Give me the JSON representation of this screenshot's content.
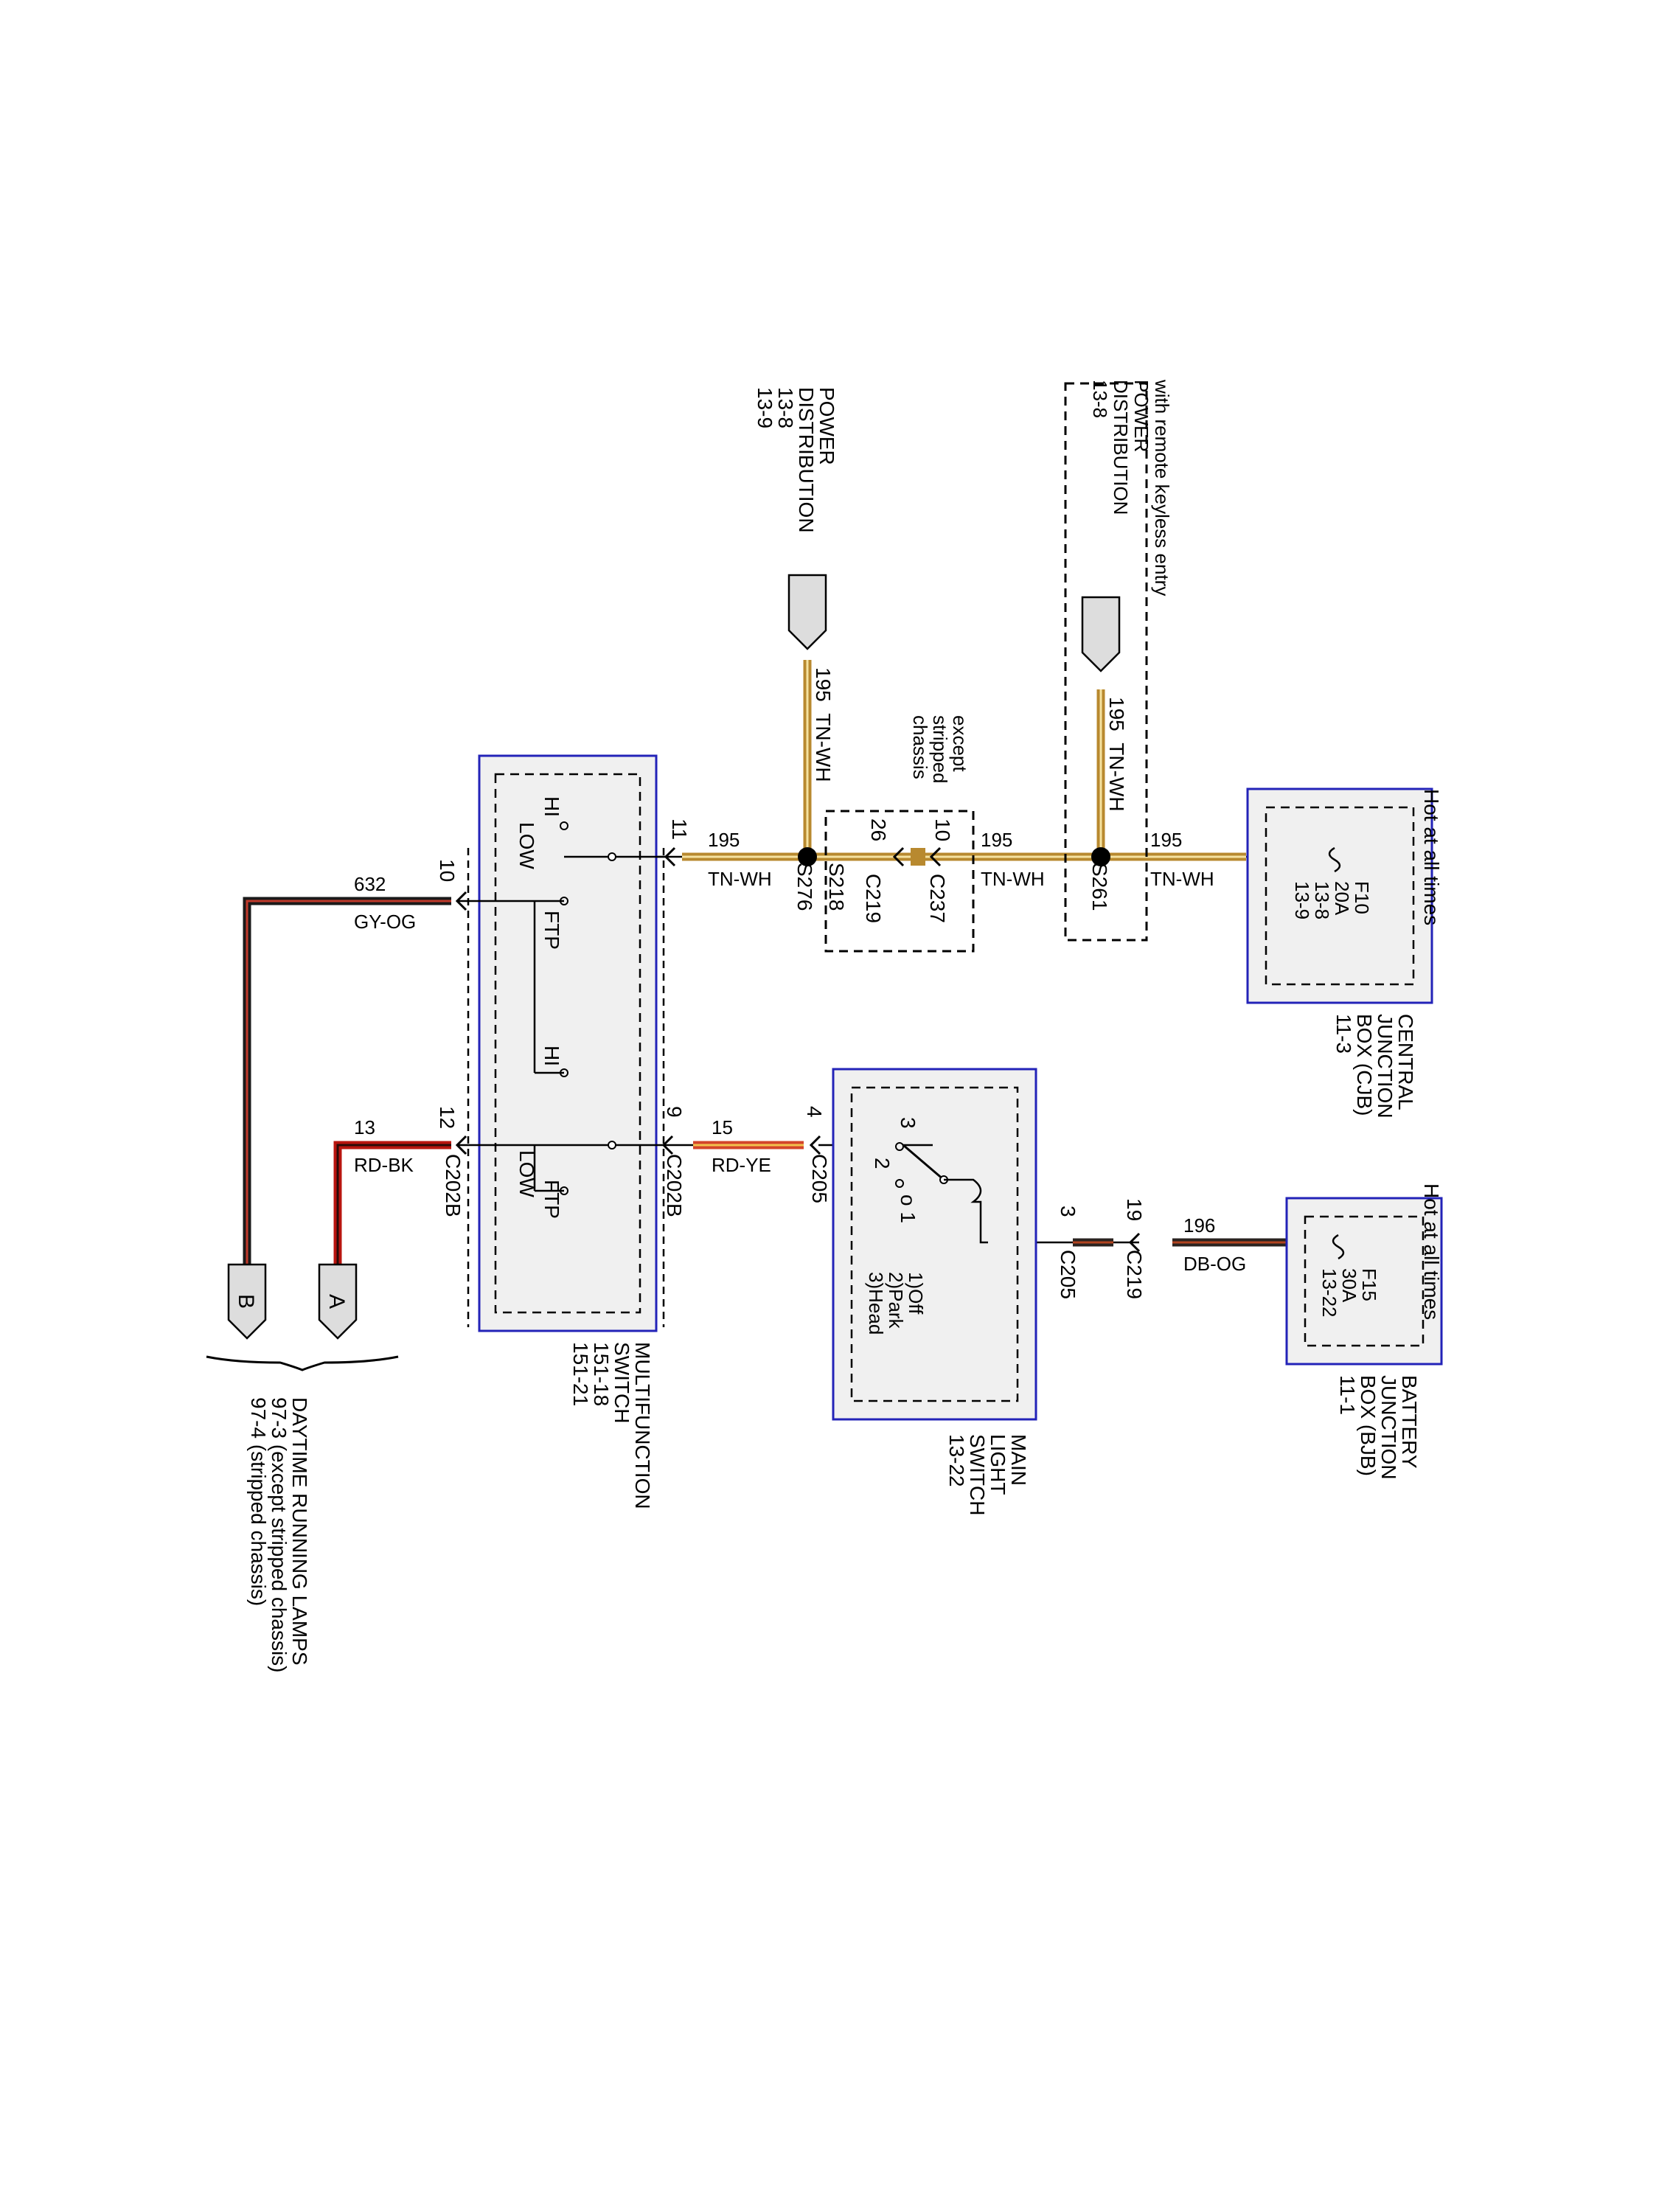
{
  "colors": {
    "tn_wh": "#b8892f",
    "tn_wh_stripe": "#f5e2a0",
    "gy_og_base": "#1a1a1a",
    "gy_og_stripe": "#c0392b",
    "rd_bk_base": "#b8150f",
    "rd_bk_stripe": "#2a0a08",
    "rd_ye_base": "#d4442a",
    "rd_ye_stripe": "#f2c14e",
    "db_og_base": "#2a2320",
    "db_og_stripe": "#b24420",
    "module_border": "#2323b8",
    "module_fill": "#f0f0f0",
    "connector_fill": "#dddddd"
  },
  "labels": {
    "hot1": "Hot at all times",
    "hot2": "Hot at all times",
    "cjb_name": [
      "CENTRAL",
      "JUNCTION",
      "BOX (CJB)",
      "11-3"
    ],
    "bjb_name": [
      "BATTERY",
      "JUNCTION",
      "BOX (BJB)",
      "11-1"
    ],
    "f10": [
      "F10",
      "20A",
      "13-8",
      "13-9"
    ],
    "f15": [
      "F15",
      "30A",
      "13-22"
    ],
    "pd_left": [
      "POWER",
      "DISTRIBUTION",
      "13-8",
      "13-9"
    ],
    "pd_right": [
      "with remote keyless entry",
      "POWER",
      "DISTRIBUTION",
      "13-8"
    ],
    "except_stripped": [
      "except",
      "stripped",
      "chassis"
    ],
    "mfs_name": [
      "MULTIFUNCTION",
      "SWITCH",
      "151-18",
      "151-21"
    ],
    "mls_name": [
      "MAIN",
      "LIGHT",
      "SWITCH",
      "13-22"
    ],
    "mls_positions": [
      "1)Off",
      "2)Park",
      "3)Head"
    ],
    "drl": [
      "DAYTIME RUNNING LAMPS",
      "97-3     (except stripped chassis)",
      "97-4     (stripped chassis)"
    ],
    "hi1": "HI",
    "low1": "LOW",
    "ftp1": "FTP",
    "hi2": "HI",
    "low2": "LOW",
    "ftp2": "FTP",
    "pos3": "3",
    "pos2": "2",
    "pos1": "o 1",
    "s276": "S276",
    "s218": "S218",
    "s261": "S261",
    "c219a": "C219",
    "c237": "C237",
    "c202b_a": "C202B",
    "c202b_b": "C202B",
    "c205a": "C205",
    "c205b": "C205",
    "c219b": "C219",
    "pin11": "11",
    "pin26": "26",
    "pin10a": "10",
    "pin10b": "10",
    "pin12": "12",
    "pin9": "9",
    "pin4": "4",
    "pin3": "3",
    "pin19": "19",
    "circuit_195_up_left": "195",
    "color_195_up_left": "TN-WH",
    "circuit_195_up_right": "195",
    "color_195_up_right": "TN-WH",
    "circuit_195_a": "195",
    "color_195_a": "TN-WH",
    "circuit_195_b": "195",
    "color_195_b": "TN-WH",
    "circuit_195_c": "195",
    "color_195_c": "TN-WH",
    "circuit_632": "632",
    "color_632": "GY-OG",
    "circuit_13": "13",
    "color_13": "RD-BK",
    "circuit_15": "15",
    "color_15": "RD-YE",
    "circuit_196": "196",
    "color_196": "DB-OG",
    "conn_a": "A",
    "conn_b": "B"
  }
}
